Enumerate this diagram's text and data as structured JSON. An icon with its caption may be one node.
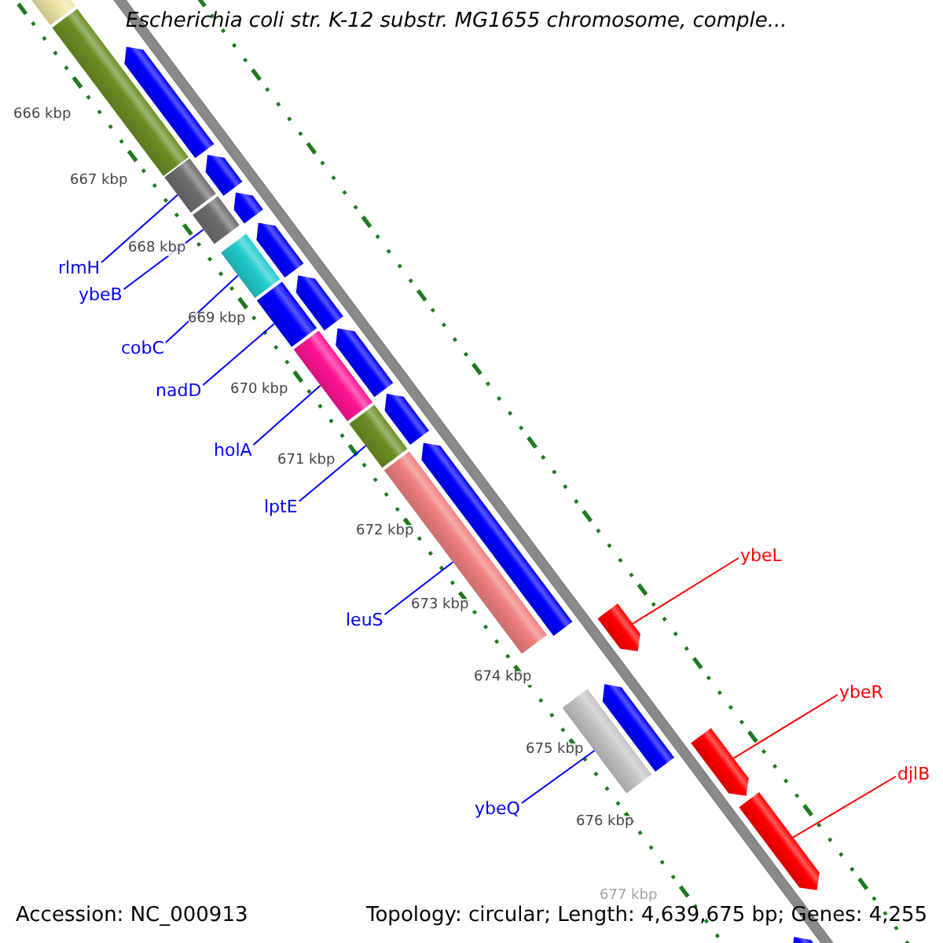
{
  "diagram": {
    "title": "Escherichia coli str. K-12 substr. MG1655 chromosome, comple...",
    "nodes": [
      {
        "text": [
          "rlmH"
        ]
      },
      {
        "text": [
          "ybeB"
        ]
      },
      {
        "text": [
          "cobC"
        ]
      },
      {
        "text": [
          "nadD"
        ]
      },
      {
        "text": [
          "holA"
        ]
      },
      {
        "text": [
          "lptE"
        ]
      },
      {
        "text": [
          "ybeL"
        ]
      },
      {
        "text": [
          "leuS"
        ]
      },
      {
        "text": [
          "ybeR"
        ]
      },
      {
        "text": [
          "djlB"
        ]
      },
      {
        "text": [
          "ybeQ"
        ]
      },
      {
        "text": [],
        "shape": "box"
      },
      {
        "text": [],
        "shape": "box"
      },
      {
        "text": [],
        "shape": "box"
      },
      {
        "text": [],
        "shape": "box"
      },
      {
        "text": [],
        "shape": "box"
      },
      {
        "text": [],
        "shape": "box"
      },
      {
        "text": [],
        "shape": "box"
      },
      {
        "text": [],
        "shape": "pentagon"
      },
      {
        "text": [],
        "shape": "box"
      },
      {
        "text": [],
        "shape": "pentagon"
      },
      {
        "text": [],
        "shape": "pentagon"
      },
      {
        "text": [],
        "shape": "box"
      },
      {
        "text": [],
        "shape": "box"
      },
      {
        "text": [],
        "shape": "pentagon"
      },
      {
        "text": [],
        "shape": "pentagon"
      },
      {
        "text": [],
        "shape": "pentagon"
      },
      {
        "text": [],
        "shape": "pentagon"
      },
      {
        "text": [],
        "shape": "pentagon"
      },
      {
        "text": [],
        "shape": "pentagon"
      },
      {
        "text": [],
        "shape": "pentagon"
      },
      {
        "text": [],
        "shape": "pentagon"
      },
      {
        "text": [],
        "shape": "pentagon"
      },
      {
        "text": [],
        "shape": "pentagon"
      }
    ],
    "edges": [
      {
        "from": 0,
        "to": 11,
        "arrow": "none"
      },
      {
        "from": 1,
        "to": 12,
        "arrow": "none"
      },
      {
        "from": 2,
        "to": 13,
        "arrow": "none"
      },
      {
        "from": 3,
        "to": 14,
        "arrow": "none"
      },
      {
        "from": 4,
        "to": 15,
        "arrow": "none"
      },
      {
        "from": 5,
        "to": 16,
        "arrow": "none"
      },
      {
        "from": 6,
        "to": 18,
        "arrow": "none",
        "color": "#ff0000"
      },
      {
        "from": 7,
        "to": 17,
        "arrow": "none"
      },
      {
        "from": 8,
        "to": 20,
        "arrow": "none",
        "color": "#ff0000"
      },
      {
        "from": 9,
        "to": 21,
        "arrow": "none",
        "color": "#ff0000"
      },
      {
        "from": 10,
        "to": 19,
        "arrow": "none"
      }
    ],
    "labels": [
      "666 kbp",
      "667 kbp",
      "668 kbp",
      "669 kbp",
      "670 kbp",
      "671 kbp",
      "672 kbp",
      "673 kbp",
      "674 kbp",
      "675 kbp",
      "676 kbp",
      "677 kbp",
      "Accession: NC_000913",
      "Topology: circular; Length: 4,639,675 bp; Genes: 4,255"
    ]
  }
}
